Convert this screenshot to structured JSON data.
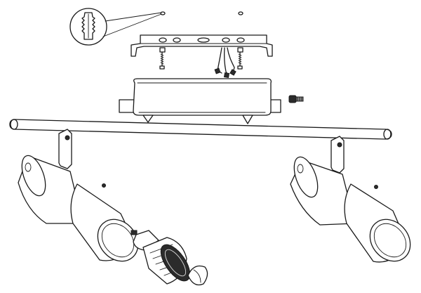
{
  "diagram": {
    "kind": "exploded-assembly-drawing",
    "background_color": "#ffffff",
    "line_color": "#1a1a1a",
    "parts": [
      {
        "name": "wall-plug-detail",
        "icon": "wall-plug-icon"
      },
      {
        "name": "mounting-bracket",
        "icon": "bracket-icon"
      },
      {
        "name": "screws",
        "count": 2
      },
      {
        "name": "supply-wires",
        "count": 3
      },
      {
        "name": "canopy",
        "icon": "canopy-icon"
      },
      {
        "name": "set-screw",
        "icon": "screw-icon"
      },
      {
        "name": "spotlight-bar",
        "icon": "bar-icon"
      },
      {
        "name": "spotlight-heads",
        "count": 2
      },
      {
        "name": "gu10-bulb",
        "icon": "bulb-icon"
      },
      {
        "name": "lens-cap",
        "icon": "cap-icon"
      }
    ]
  }
}
